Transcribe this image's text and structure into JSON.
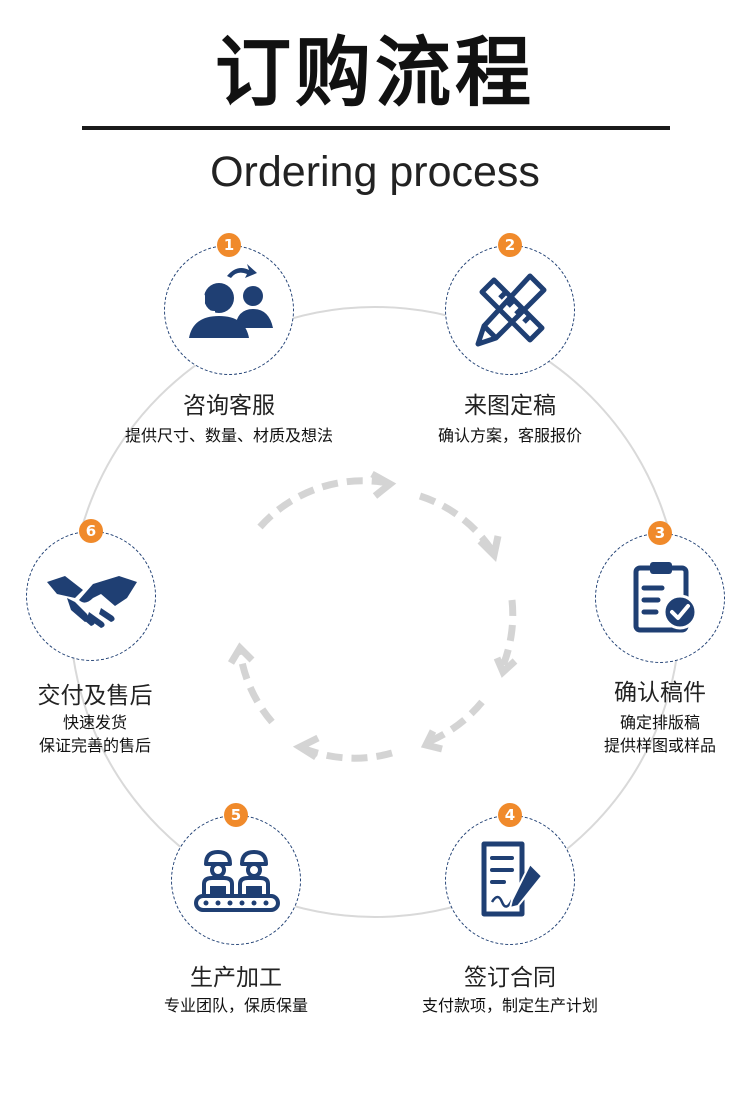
{
  "header": {
    "title": "订购流程",
    "subtitle": "Ordering process"
  },
  "colors": {
    "accent": "#f08a2b",
    "icon": "#1f3f73",
    "ring": "#d9d9d9",
    "arrows": "#d4d4d4"
  },
  "steps": [
    {
      "number": "1",
      "icon": "customer-service-icon",
      "title": "咨询客服",
      "desc": [
        "提供尺寸、数量、材质及想法"
      ]
    },
    {
      "number": "2",
      "icon": "ruler-pencil-icon",
      "title": "来图定稿",
      "desc": [
        "确认方案，客服报价"
      ]
    },
    {
      "number": "3",
      "icon": "clipboard-check-icon",
      "title": "确认稿件",
      "desc": [
        "确定排版稿",
        "提供样图或样品"
      ]
    },
    {
      "number": "4",
      "icon": "contract-sign-icon",
      "title": "签订合同",
      "desc": [
        "支付款项，制定生产计划"
      ]
    },
    {
      "number": "5",
      "icon": "workers-conveyor-icon",
      "title": "生产加工",
      "desc": [
        "专业团队，保质保量"
      ]
    },
    {
      "number": "6",
      "icon": "handshake-icon",
      "title": "交付及售后",
      "desc": [
        "快速发货",
        "保证完善的售后"
      ]
    }
  ]
}
